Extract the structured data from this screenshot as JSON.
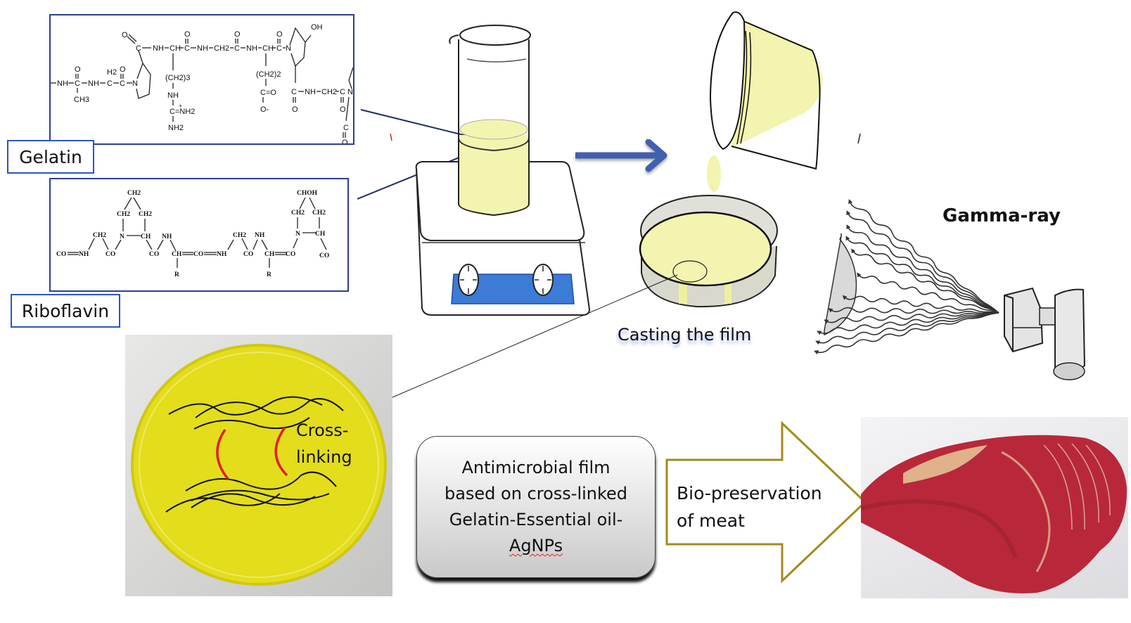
{
  "labels": {
    "gelatin": "Gelatin",
    "riboflavin": "Riboflavin",
    "casting": "Casting the film",
    "gamma_ray": "Gamma-ray",
    "crosslinking_line1": "Cross-",
    "crosslinking_line2": "linking",
    "film_box_lines": [
      "Antimicrobial film",
      "based on cross-linked",
      "Gelatin-Essential oil-",
      "AgNPs"
    ],
    "bio_preservation_lines": [
      "Bio-preservation",
      "of meat"
    ]
  },
  "gelatin_structure": {
    "fragments": [
      "O",
      "C",
      "NH",
      "CH",
      "C",
      "O",
      "NH",
      "CH2",
      "C",
      "O",
      "NH",
      "CH",
      "C",
      "N",
      "OH",
      "NH",
      "C",
      "NH",
      "H2",
      "C",
      "O",
      "C",
      "N",
      "CH3",
      "(CH2)3",
      "NH",
      "C=NH2",
      "NH2",
      "+",
      "(CH2)2",
      "C=O",
      "O-",
      "C",
      "NH",
      "CH2",
      "C",
      "N",
      "O",
      "O",
      "C",
      "O"
    ]
  },
  "riboflavin_structure": {
    "fragments": [
      "CH2",
      "CH2",
      "CH2",
      "N",
      "CH",
      "CH2",
      "NH",
      "CO",
      "NH",
      "CO",
      "CO",
      "CH",
      "CO",
      "R",
      "NH",
      "CH2",
      "NH",
      "CO",
      "CH",
      "CO",
      "R",
      "CHOH",
      "CH2",
      "CH2",
      "N",
      "CH",
      "CO"
    ]
  },
  "colors": {
    "label_border": "#2a56c6",
    "chem_border": "#2c3f8f",
    "flow_arrow": "#3f5fae",
    "solution_yellow": "#f3f4b0",
    "stirrer_blue": "#3c7bd6",
    "film_yellow": "#e6df1a",
    "crosslink_red": "#e02020",
    "bio_arrow_border": "#a48a1e"
  }
}
